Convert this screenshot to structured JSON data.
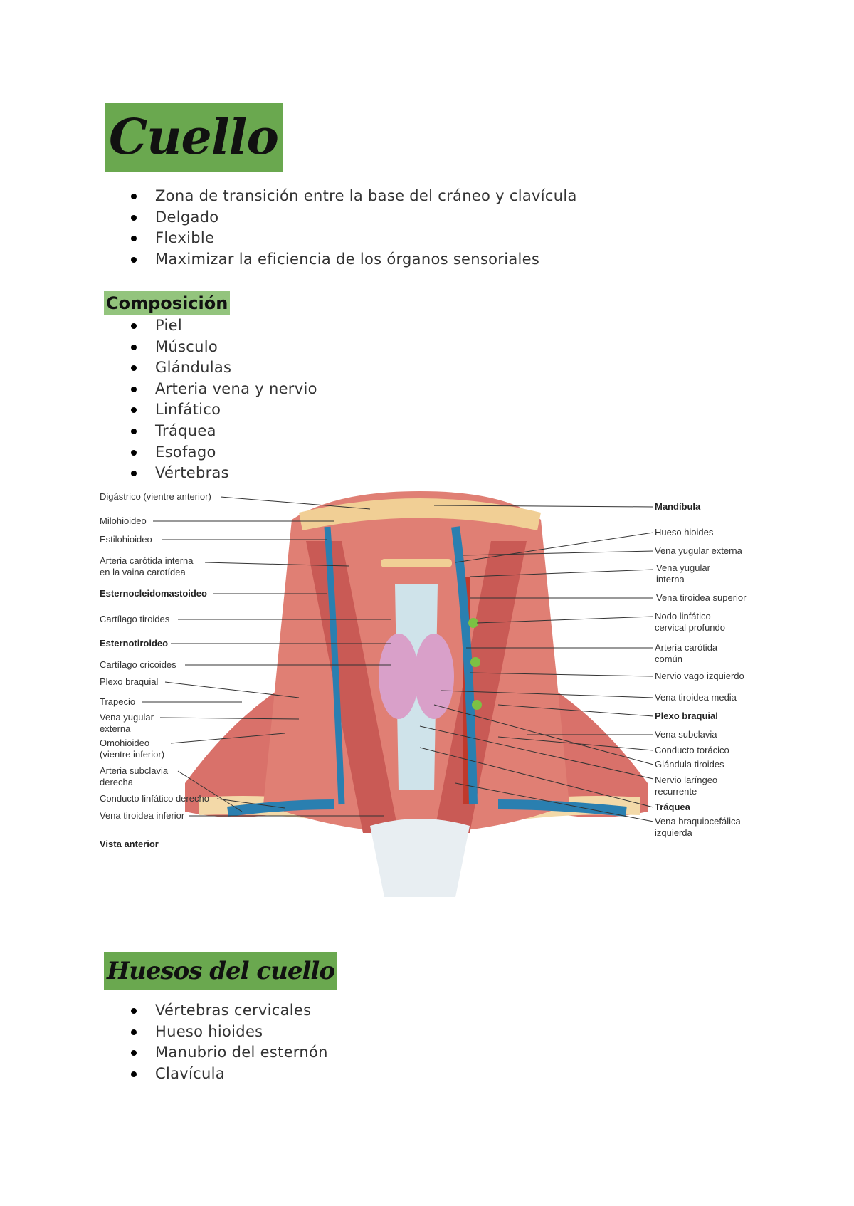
{
  "title": "Cuello",
  "intro_items": [
    "Zona de transición entre la base del cráneo y clavícula",
    "Delgado",
    "Flexible",
    "Maximizar la eficiencia de los órganos sensoriales"
  ],
  "composicion": {
    "heading": "Composición",
    "items": [
      "Piel",
      "Músculo",
      "Glándulas",
      "Arteria vena y nervio",
      "Linfático",
      "Tráquea",
      "Esofago",
      "Vértebras"
    ]
  },
  "figure": {
    "left_labels": [
      "Digástrico (vientre anterior)",
      "Milohioideo",
      "Estilohioideo",
      "Arteria carótida interna\nen la vaina carotídea",
      "Esternocleidomastoideo",
      "Cartílago tiroides",
      "Esternotiroideo",
      "Cartílago cricoides",
      "Plexo braquial",
      "Trapecio",
      "Vena yugular\nexterna",
      "Omohioideo\n(vientre inferior)",
      "Arteria subclavia\nderecha",
      "Conducto linfático derecho",
      "Vena tiroidea inferior"
    ],
    "right_labels": [
      "Mandíbula",
      "Hueso hioides",
      "Vena yugular externa",
      "Vena yugular\ninterna",
      "Vena tiroidea superior",
      "Nodo linfático\ncervical profundo",
      "Arteria carótida\ncomún",
      "Nervio vago izquierdo",
      "Vena tiroidea media",
      "Plexo braquial",
      "Vena subclavia",
      "Conducto torácico",
      "Glándula tiroides",
      "Nervio laríngeo\nrecurrente",
      "Tráquea",
      "Vena braquiocefálica\nizquierda"
    ],
    "caption": "Vista anterior"
  },
  "huesos": {
    "heading": "Huesos del cuello",
    "items": [
      "Vértebras cervicales",
      "Hueso hioides",
      "Manubrio del esternón",
      "Clavícula"
    ]
  }
}
